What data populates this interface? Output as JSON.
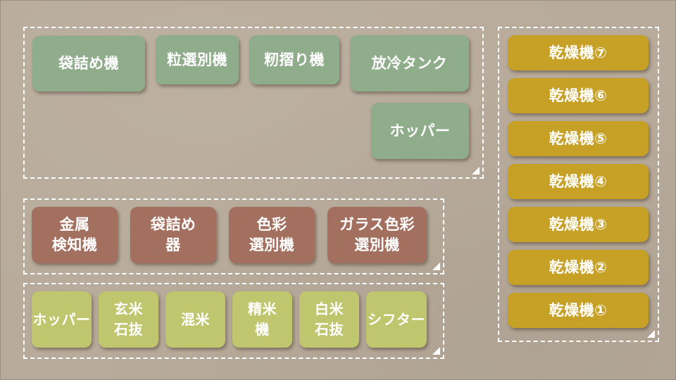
{
  "groups": {
    "top": {
      "items": [
        "袋詰め機",
        "粒選別機",
        "籾摺り機",
        "放冷タンク",
        "ホッパー"
      ],
      "colors": {
        "fill": "#8fad8b",
        "text": "#ffffff"
      }
    },
    "middle": {
      "items": [
        "金属\n検知機",
        "袋詰め\n器",
        "色彩\n選別機",
        "ガラス色彩\n選別機"
      ],
      "colors": {
        "fill": "#a3705f",
        "text": "#ffffff"
      }
    },
    "bottom": {
      "items": [
        "ホッパー",
        "玄米\n石抜",
        "混米",
        "精米\n機",
        "白米\n石抜",
        "シフター"
      ],
      "colors": {
        "fill": "#bfc66e",
        "text": "#ffffff"
      }
    },
    "dryers": {
      "items": [
        "乾燥機⑦",
        "乾燥機⑥",
        "乾燥機⑤",
        "乾燥機④",
        "乾燥機③",
        "乾燥機②",
        "乾燥機①"
      ],
      "colors": {
        "fill": "#c7a125",
        "text": "#ffffff"
      }
    }
  },
  "colors": {
    "background": "#b8ab9b",
    "group_border": "#ffffff"
  }
}
